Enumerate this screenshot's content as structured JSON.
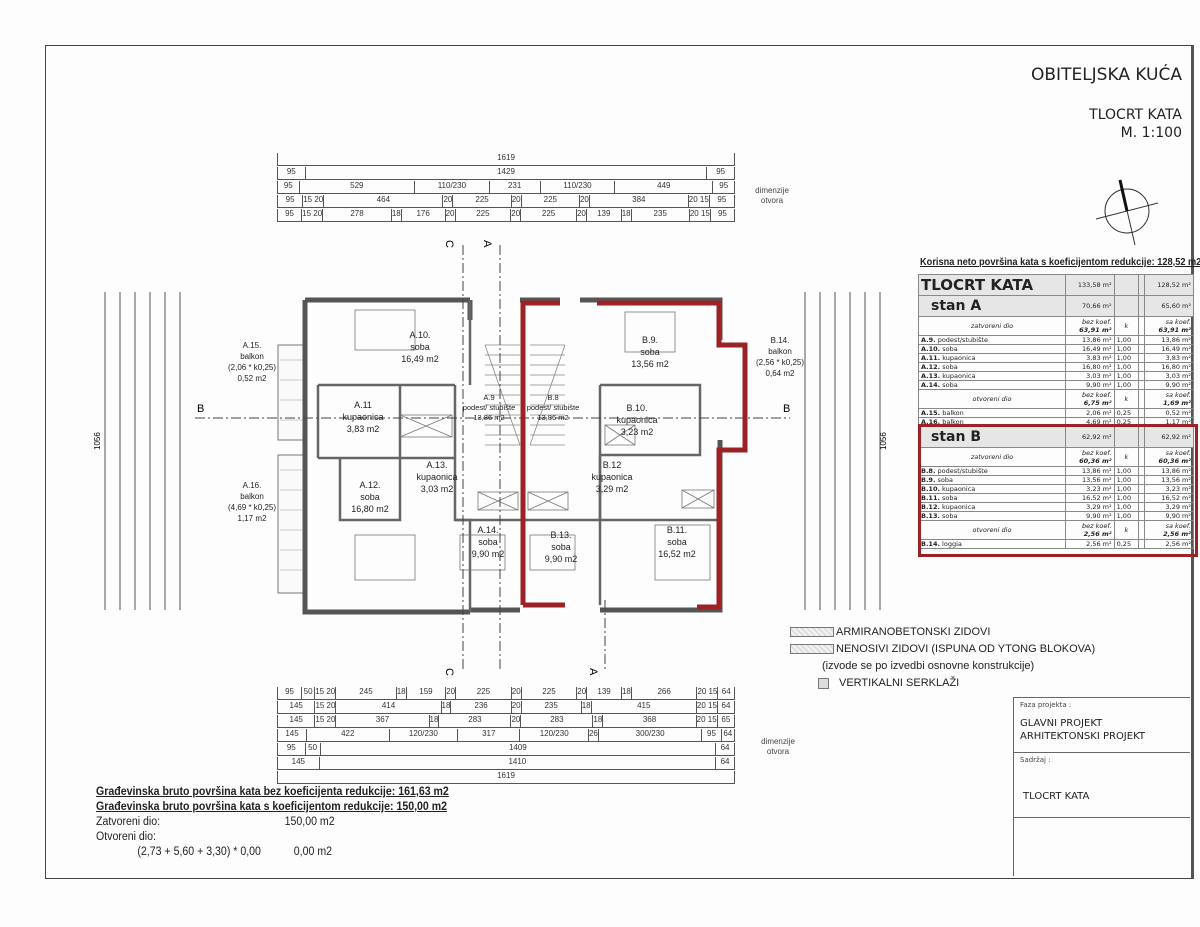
{
  "header": {
    "project": "OBITELJSKA KUĆA",
    "drawing": "TLOCRT KATA",
    "scale": "M. 1:100"
  },
  "dimensions": {
    "note_top": "dimenzije otvora",
    "note_bottom": "dimenzije otvora",
    "top_rows": [
      [
        "1619"
      ],
      [
        "95",
        "1429",
        "95"
      ],
      [
        "95",
        "529",
        "110/230",
        "231",
        "110/230",
        "449",
        "95"
      ],
      [
        "95",
        "15 20",
        "464",
        "20",
        "225",
        "20",
        "225",
        "20",
        "384",
        "20 15",
        "95"
      ],
      [
        "95",
        "15 20",
        "278",
        "18",
        "176",
        "20",
        "225",
        "20",
        "225",
        "20",
        "139",
        "18",
        "235",
        "20 15",
        "95"
      ]
    ],
    "bottom_rows": [
      [
        "95",
        "50",
        "15 20",
        "245",
        "18",
        "159",
        "20",
        "225",
        "20",
        "225",
        "20",
        "139",
        "18",
        "266",
        "20 15",
        "64"
      ],
      [
        "145",
        "15 20",
        "414",
        "18",
        "236",
        "20",
        "235",
        "18",
        "415",
        "20 15",
        "64"
      ],
      [
        "145",
        "15 20",
        "367",
        "18",
        "283",
        "20",
        "283",
        "18",
        "368",
        "20 15",
        "65"
      ],
      [
        "145",
        "422",
        "120/230",
        "317",
        "120/230",
        "26",
        "300/230",
        "95",
        "64"
      ],
      [
        "95",
        "50",
        "1409",
        "64"
      ],
      [
        "145",
        "1410",
        "64"
      ],
      [
        "1619"
      ]
    ],
    "left_total": "1056",
    "right_total": "1056"
  },
  "sections": {
    "a": "A",
    "b": "B",
    "c": "C"
  },
  "rooms": [
    {
      "id": "A.10.",
      "name": "soba",
      "area": "16,49 m2"
    },
    {
      "id": "A.11",
      "name": "kupaonica",
      "area": "3,83 m2"
    },
    {
      "id": "A.9",
      "name": "podest/ stubište",
      "area": "13,86 m2"
    },
    {
      "id": "B.8",
      "name": "podest/ stubište",
      "area": "13,86 m2"
    },
    {
      "id": "B.9.",
      "name": "soba",
      "area": "13,56 m2"
    },
    {
      "id": "B.10.",
      "name": "kupaonica",
      "area": "3,23 m2"
    },
    {
      "id": "A.12.",
      "name": "soba",
      "area": "16,80 m2"
    },
    {
      "id": "A.13.",
      "name": "kupaonica",
      "area": "3,03 m2"
    },
    {
      "id": "B.12",
      "name": "kupaonica",
      "area": "3,29 m2"
    },
    {
      "id": "A.14.",
      "name": "soba",
      "area": "9,90 m2"
    },
    {
      "id": "B.13.",
      "name": "soba",
      "area": "9,90 m2"
    },
    {
      "id": "B.11.",
      "name": "soba",
      "area": "16,52 m2"
    }
  ],
  "balconies": [
    {
      "id": "A.15.",
      "name": "balkon",
      "calc": "(2,06 * k0,25)",
      "area": "0,52 m2"
    },
    {
      "id": "A.16.",
      "name": "balkon",
      "calc": "(4,69 * k0,25)",
      "area": "1,17 m2"
    },
    {
      "id": "B.14.",
      "name": "balkon",
      "calc": "(2,56 * k0,25)",
      "area": "0,64 m2"
    }
  ],
  "area_table": {
    "title": "Korisna neto površina kata s koeficijentom redukcije: 128,52 m2",
    "floor": {
      "label": "TLOCRT  KATA",
      "gross": "133,58 m²",
      "net": "128,52 m²"
    },
    "units": [
      {
        "label": "stan A",
        "gross": "70,66 m²",
        "net": "65,60 m²",
        "closed": {
          "label": "zatvoreni dio",
          "bez": "bez koef.",
          "bez_val": "63,91 m²",
          "k": "k",
          "sa": "sa koef.",
          "sa_val": "63,91 m²"
        },
        "closed_rows": [
          [
            "A.9.",
            "podest/stubište",
            "13,86 m²",
            "1,00",
            "13,86 m²"
          ],
          [
            "A.10.",
            "soba",
            "16,49 m²",
            "1,00",
            "16,49 m²"
          ],
          [
            "A.11.",
            "kupaonica",
            "3,83 m²",
            "1,00",
            "3,83 m²"
          ],
          [
            "A.12.",
            "soba",
            "16,80 m²",
            "1,00",
            "16,80 m²"
          ],
          [
            "A.13.",
            "kupaonica",
            "3,03 m²",
            "1,00",
            "3,03 m²"
          ],
          [
            "A.14.",
            "soba",
            "9,90 m²",
            "1,00",
            "9,90 m²"
          ]
        ],
        "open": {
          "label": "otvoreni dio",
          "bez": "bez koef.",
          "bez_val": "6,75 m²",
          "k": "k",
          "sa": "sa koef.",
          "sa_val": "1,69 m²"
        },
        "open_rows": [
          [
            "A.15.",
            "balkon",
            "2,06 m²",
            "0,25",
            "0,52 m²"
          ],
          [
            "A.16.",
            "balkon",
            "4,69 m²",
            "0,25",
            "1,17 m²"
          ]
        ]
      },
      {
        "label": "stan B",
        "gross": "62,92 m²",
        "net": "62,92 m²",
        "closed": {
          "label": "zatvoreni dio",
          "bez": "bez koef.",
          "bez_val": "60,36 m²",
          "k": "k",
          "sa": "sa koef.",
          "sa_val": "60,36 m²"
        },
        "closed_rows": [
          [
            "B.8.",
            "podest/stubište",
            "13,86 m²",
            "1,00",
            "13,86 m²"
          ],
          [
            "B.9.",
            "soba",
            "13,56 m²",
            "1,00",
            "13,56 m²"
          ],
          [
            "B.10.",
            "kupaonica",
            "3,23 m²",
            "1,00",
            "3,23 m²"
          ],
          [
            "B.11.",
            "soba",
            "16,52 m²",
            "1,00",
            "16,52 m²"
          ],
          [
            "B.12.",
            "kupaonica",
            "3,29 m²",
            "1,00",
            "3,29 m²"
          ],
          [
            "B.13.",
            "soba",
            "9,90 m²",
            "1,00",
            "9,90 m²"
          ]
        ],
        "open": {
          "label": "otvoreni dio",
          "bez": "bez koef.",
          "bez_val": "2,56 m²",
          "k": "k",
          "sa": "sa koef.",
          "sa_val": "2,56 m²"
        },
        "open_rows": [
          [
            "B.14.",
            "loggia",
            "2,56 m²",
            "0,25",
            "2,56 m²"
          ]
        ]
      }
    ]
  },
  "legend": {
    "concrete": "ARMIRANOBETONSKI ZIDOVI",
    "nonbearing": "NENOSIVI ZIDOVI (ISPUNA OD YTONG BLOKOVA)",
    "nonbearing_note": "(izvode se po izvedbi osnovne konstrukcije)",
    "columns": "VERTIKALNI SERKLAŽI"
  },
  "gross_area": {
    "line1": "Građevinska bruto površina kata bez koeficijenta redukcije:  161,63 m2",
    "line2": "Građevinska bruto površina kata s koeficijentom redukcije:  150,00 m2",
    "closed_label": "Zatvoreni dio:",
    "closed_value": "150,00 m2",
    "open_label": "Otvoreni dio:",
    "open_formula": "(2,73 + 5,60 + 3,30) * 0,00",
    "open_value": "0,00 m2"
  },
  "title_block": {
    "phase_label": "Faza projekta :",
    "phase_1": "GLAVNI PROJEKT",
    "phase_2": "ARHITEKTONSKI PROJEKT",
    "content_label": "Sadržaj :",
    "content": "TLOCRT KATA"
  },
  "colors": {
    "highlight": "#9b2226",
    "wall": "#555555"
  }
}
